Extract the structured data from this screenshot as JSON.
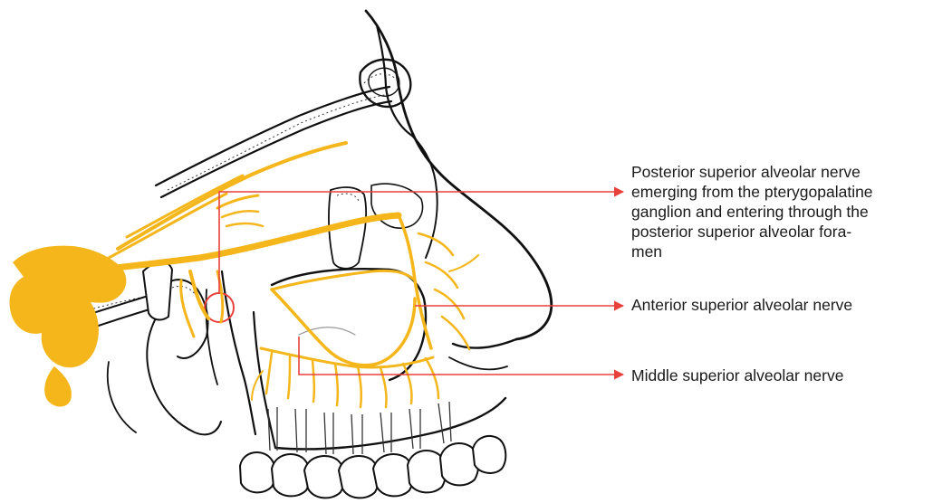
{
  "labels": {
    "posterior": "Posterior superior alveolar nerve\nemerging from the pterygopalatine\nganglion and entering through the\nposterior superior alveolar fora-\nmen",
    "anterior": "Anterior superior alveolar nerve",
    "middle": "Middle superior alveolar nerve"
  },
  "colors": {
    "nerve": "#f4b61a",
    "leader": "#e8413b",
    "outline": "#111111",
    "bone_fill": "#ffffff"
  }
}
